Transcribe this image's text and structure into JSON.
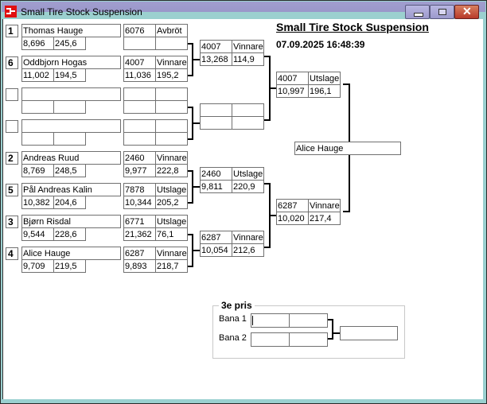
{
  "window": {
    "title": "Small Tire Stock Suspension",
    "controls": [
      "minimize",
      "maximize",
      "close"
    ]
  },
  "header": {
    "title": "Small Tire Stock Suspension",
    "datetime": "07.09.2025 16:48:39"
  },
  "round1": [
    {
      "seed": "1",
      "name": "Thomas Hauge",
      "time": "8,696",
      "speed": "245,6",
      "id": "6076",
      "result": "Avbröt",
      "time2": "",
      "speed2": ""
    },
    {
      "seed": "6",
      "name": "Oddbjorn Hogas",
      "time": "11,002",
      "speed": "194,5",
      "id": "4007",
      "result": "Vinnare",
      "time2": "11,036",
      "speed2": "195,2"
    },
    {
      "seed": "",
      "name": "",
      "time": "",
      "speed": "",
      "id": "",
      "result": "",
      "time2": "",
      "speed2": ""
    },
    {
      "seed": "",
      "name": "",
      "time": "",
      "speed": "",
      "id": "",
      "result": "",
      "time2": "",
      "speed2": ""
    },
    {
      "seed": "2",
      "name": "Andreas  Ruud",
      "time": "8,769",
      "speed": "248,5",
      "id": "2460",
      "result": "Vinnare",
      "time2": "9,977",
      "speed2": "222,8"
    },
    {
      "seed": "5",
      "name": "Pål Andreas Kalin",
      "time": "10,382",
      "speed": "204,6",
      "id": "7878",
      "result": "Utslager",
      "time2": "10,344",
      "speed2": "205,2"
    },
    {
      "seed": "3",
      "name": "Bjørn  Risdal",
      "time": "9,544",
      "speed": "228,6",
      "id": "6771",
      "result": "Utslager",
      "time2": "21,362",
      "speed2": "76,1"
    },
    {
      "seed": "4",
      "name": "Alice  Hauge",
      "time": "9,709",
      "speed": "219,5",
      "id": "6287",
      "result": "Vinnare",
      "time2": "9,893",
      "speed2": "218,7"
    }
  ],
  "round2": [
    {
      "id": "4007",
      "result": "Vinnare",
      "time": "13,268",
      "speed": "114,9"
    },
    {
      "id": "",
      "result": "",
      "time": "",
      "speed": ""
    },
    {
      "id": "2460",
      "result": "Utslager",
      "time": "9,811",
      "speed": "220,9"
    },
    {
      "id": "6287",
      "result": "Vinnare",
      "time": "10,054",
      "speed": "212,6"
    }
  ],
  "round3": [
    {
      "id": "4007",
      "result": "Utslager",
      "time": "10,997",
      "speed": "196,1"
    },
    {
      "id": "6287",
      "result": "Vinnare",
      "time": "10,020",
      "speed": "217,4"
    }
  ],
  "winner": "Alice  Hauge",
  "third_place": {
    "label": "3e pris",
    "lane1_label": "Bana 1",
    "lane2_label": "Bana 2",
    "lane1": [
      "",
      ""
    ],
    "lane2": [
      "",
      ""
    ],
    "result": ""
  }
}
